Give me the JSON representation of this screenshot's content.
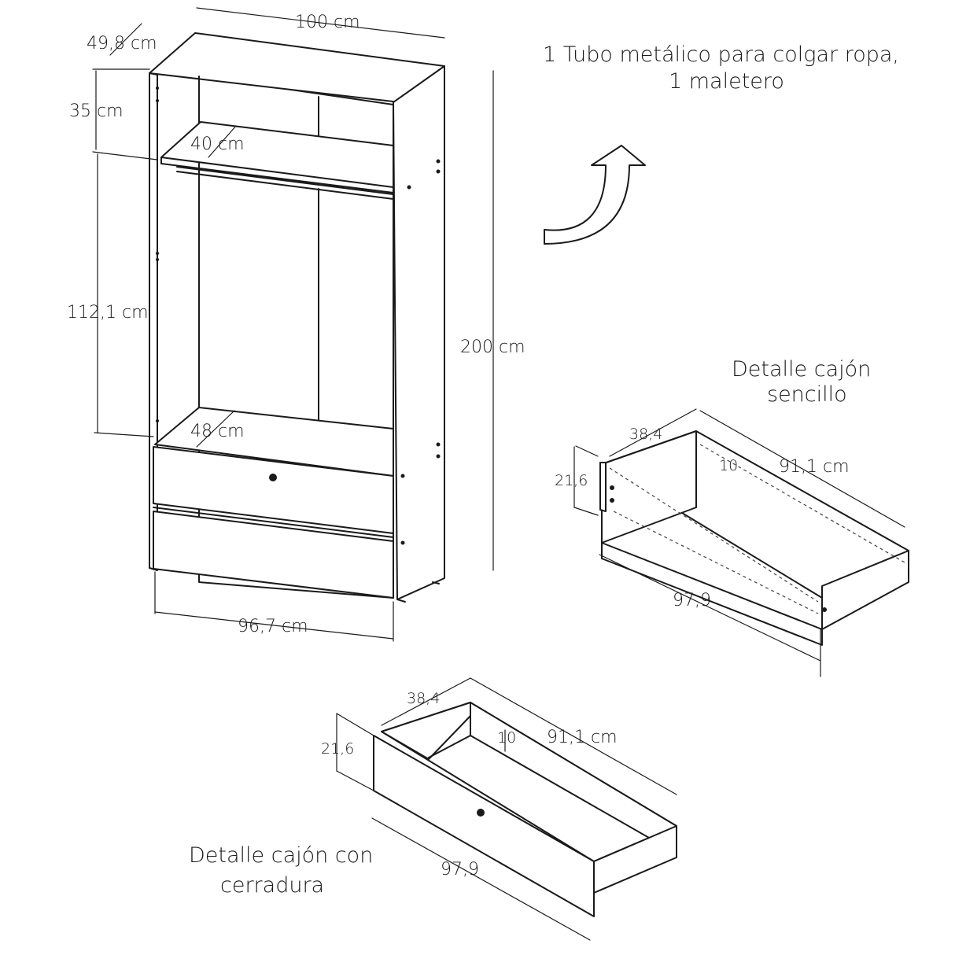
{
  "wardrobe": {
    "width_top": "100 cm",
    "depth_top": "49,8 cm",
    "top_compartment_height": "35 cm",
    "shelf_depth": "40 cm",
    "hanging_height": "112,1 cm",
    "total_height": "200 cm",
    "bottom_depth": "48 cm",
    "inner_width": "96,7 cm"
  },
  "notes": {
    "line1": "1 Tubo metálico para colgar ropa,",
    "line2": "1 maletero"
  },
  "simple_drawer": {
    "title_line1": "Detalle cajón",
    "title_line2": "sencillo",
    "depth": "38,4",
    "height": "21,6",
    "inner_height": "10",
    "inner_width": "91,1 cm",
    "front_width": "97,9"
  },
  "lock_drawer": {
    "title_line1": "Detalle cajón con",
    "title_line2": "cerradura",
    "depth": "38,4",
    "height": "21,6",
    "inner_height": "10",
    "inner_width": "91,1 cm",
    "front_width": "97,9"
  }
}
